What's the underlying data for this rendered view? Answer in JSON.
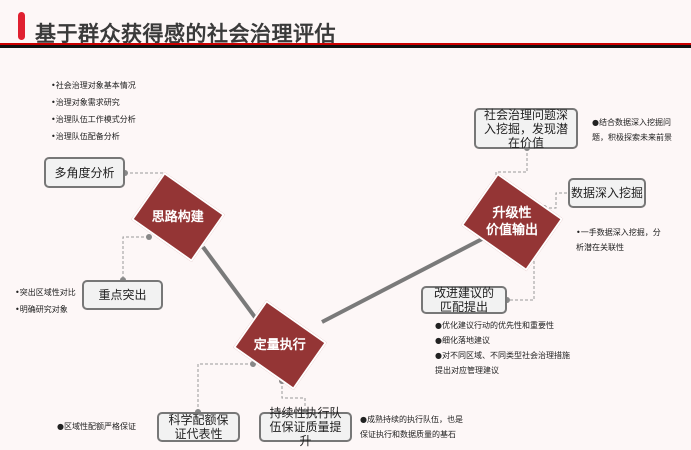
{
  "title": "基于群众获得感的社会治理评估",
  "nodes": {
    "siluo": "思路构建",
    "dingliang": "定量执行",
    "shengji": "升级性\n价值输出"
  },
  "boxes": {
    "duojiaodu": "多角度分析",
    "zhongdian": "重点突出",
    "wenti": "社会治理问题深入挖掘，发现潜在价值",
    "shuju": "数据深入挖掘",
    "gaijin": "改进建议的匹配提出",
    "kexue": "科学配额保证代表性",
    "chixu": "持续性执行队伍保证质量提升"
  },
  "notes": {
    "duojiaodu": [
      "•社会治理对象基本情况",
      "•治理对象需求研究",
      "•治理队伍工作模式分析",
      "•治理队伍配备分析"
    ],
    "zhongdian": [
      "•突出区域性对比",
      "•明确研究对象"
    ],
    "wenti": "●结合数据深入挖掘问题，积极探索未来前景",
    "shuju": "•一手数据深入挖掘，分析潜在关联性",
    "gaijin": [
      "●优化建议行动的优先性和重要性",
      "●细化落地建议",
      "●对不同区域、不同类型社会治理措施提出对应管理建议"
    ],
    "kexue": "●区域性配额严格保证",
    "chixu": "●成熟持续的执行队伍，也是保证执行和数据质量的基石"
  }
}
